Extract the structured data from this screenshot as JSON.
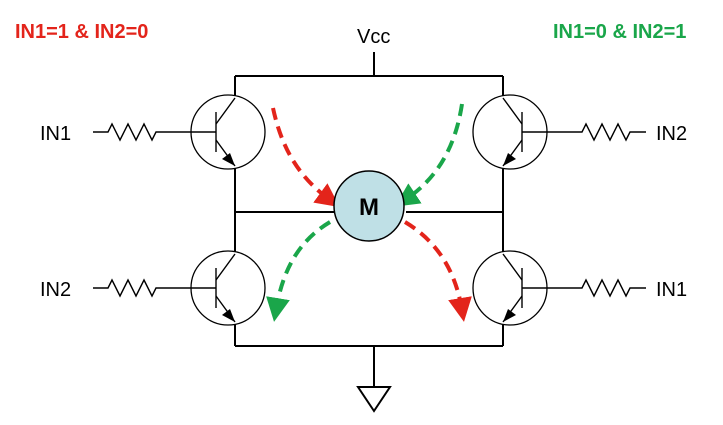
{
  "labels": {
    "vcc": "Vcc",
    "motor": "M",
    "in1_top_left": "IN1",
    "in2_top_right": "IN2",
    "in2_bottom_left": "IN2",
    "in1_bottom_right": "IN1"
  },
  "conditions": {
    "left": "IN1=1 & IN2=0",
    "right": "IN1=0 & IN2=1"
  },
  "colors": {
    "left_path": "#e3241b",
    "right_path": "#1aa64a",
    "motor_fill": "#bfe0e6"
  }
}
